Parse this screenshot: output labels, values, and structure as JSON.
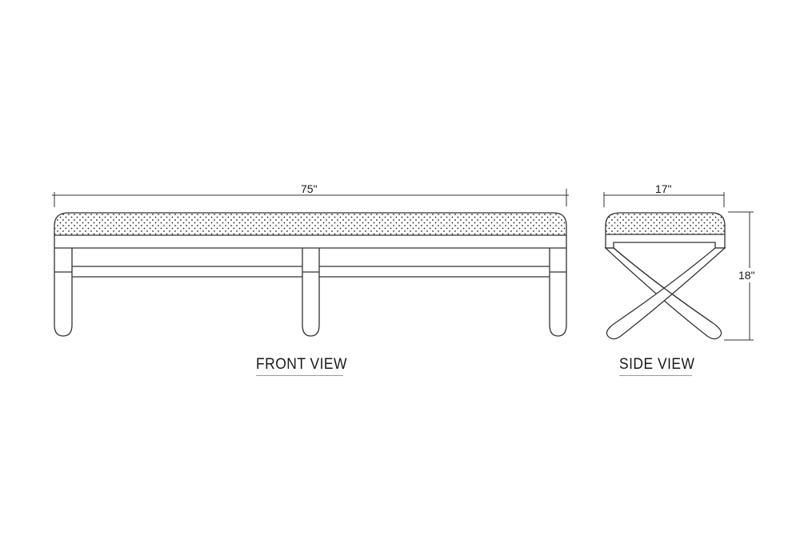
{
  "drawing": {
    "front_view": {
      "title": "FRONT VIEW",
      "width_dimension": "75\""
    },
    "side_view": {
      "title": "SIDE VIEW",
      "depth_dimension": "17\"",
      "height_dimension": "18\""
    },
    "colors": {
      "line": "#333333",
      "underline": "#999999",
      "background": "#ffffff"
    }
  }
}
